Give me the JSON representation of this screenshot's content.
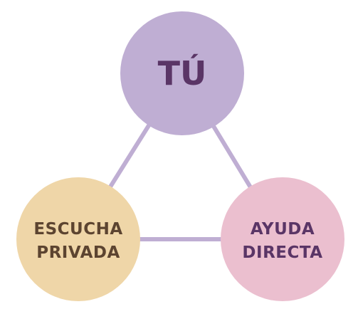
{
  "nodes": {
    "top": {
      "label": "TÚ",
      "fill": "#bfaed3",
      "text_color": "#5a3566"
    },
    "left": {
      "line1": "ESCUCHA",
      "line2": "PRIVADA",
      "fill": "#efd6a8",
      "text_color": "#5c4430"
    },
    "right": {
      "line1": "AYUDA",
      "line2": "DIRECTA",
      "fill": "#ebbfcf",
      "text_color": "#5a3566"
    }
  },
  "connector_color": "#bfaed3"
}
